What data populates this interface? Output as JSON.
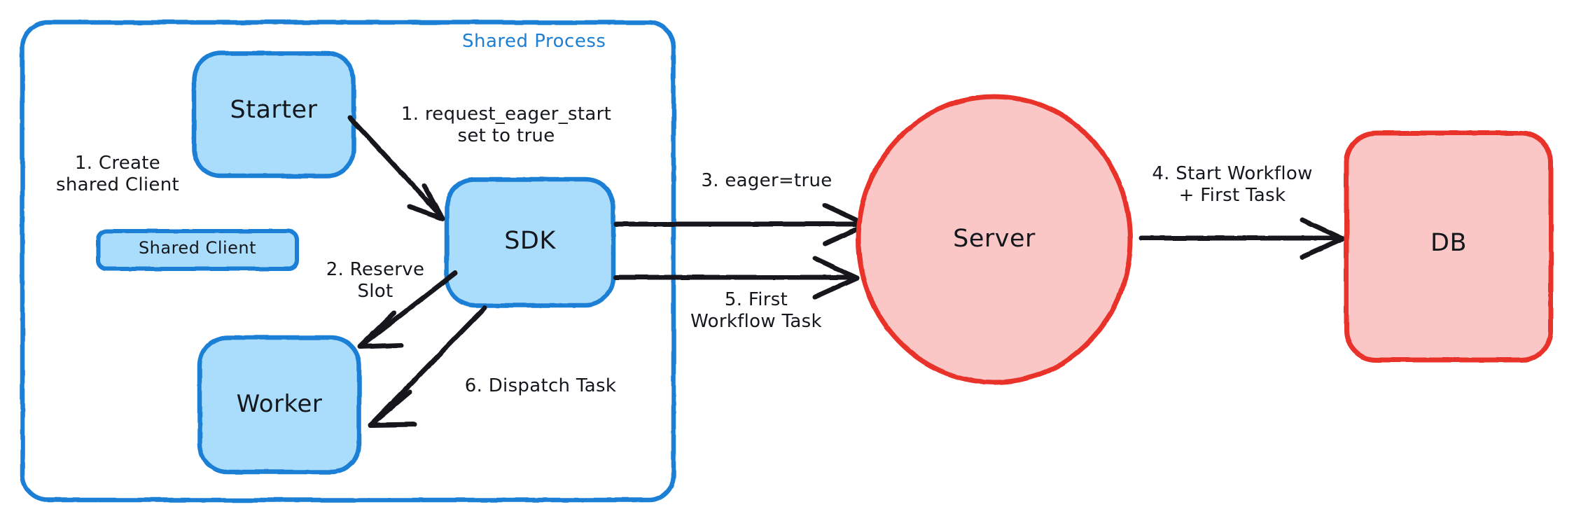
{
  "diagram": {
    "title_visible": false,
    "colors": {
      "blue_stroke": "#1b7fd6",
      "blue_fill": "#aadcfb",
      "red_stroke": "#e8322c",
      "red_fill": "#fac7c6",
      "ink": "#14181c",
      "background": "#ffffff"
    },
    "container": {
      "name": "Shared Process",
      "label": "Shared Process"
    },
    "nodes": [
      {
        "id": "starter",
        "label": "Starter",
        "shape": "rounded-rect",
        "group": "blue"
      },
      {
        "id": "shared-client",
        "label": "Shared Client",
        "shape": "rounded-rect",
        "group": "blue"
      },
      {
        "id": "worker",
        "label": "Worker",
        "shape": "rounded-rect",
        "group": "blue"
      },
      {
        "id": "sdk",
        "label": "SDK",
        "shape": "rounded-rect",
        "group": "blue"
      },
      {
        "id": "server",
        "label": "Server",
        "shape": "ellipse",
        "group": "red"
      },
      {
        "id": "db",
        "label": "DB",
        "shape": "rounded-rect",
        "group": "red"
      }
    ],
    "edges": [
      {
        "id": "e1",
        "from": "starter",
        "to": "shared-client",
        "label": "1. Create\nshared Client",
        "arrow": false
      },
      {
        "id": "e2",
        "from": "starter",
        "to": "sdk",
        "label": "1. request_eager_start\nset to true",
        "arrow": true
      },
      {
        "id": "e3",
        "from": "sdk",
        "to": "worker",
        "label": "2. Reserve\nSlot",
        "arrow": true
      },
      {
        "id": "e4",
        "from": "sdk",
        "to": "server",
        "label": "3. eager=true",
        "arrow": true
      },
      {
        "id": "e5",
        "from": "server",
        "to": "db",
        "label": "4. Start Workflow\n+ First Task",
        "arrow": true
      },
      {
        "id": "e6",
        "from": "sdk",
        "to": "server",
        "label": "5. First\nWorkflow Task",
        "arrow": true
      },
      {
        "id": "e7",
        "from": "sdk",
        "to": "worker",
        "label": "6. Dispatch Task",
        "arrow": true
      }
    ],
    "labels": {
      "starter": "Starter",
      "shared_client": "Shared Client",
      "worker": "Worker",
      "sdk": "SDK",
      "server": "Server",
      "db": "DB",
      "container": "Shared Process",
      "edge1": "1. Create\nshared Client",
      "edge2": "1. request_eager_start\nset to true",
      "edge3": "2. Reserve\nSlot",
      "edge4": "3. eager=true",
      "edge5": "4. Start Workflow\n+ First Task",
      "edge6": "5. First\nWorkflow Task",
      "edge7": "6. Dispatch Task"
    }
  }
}
